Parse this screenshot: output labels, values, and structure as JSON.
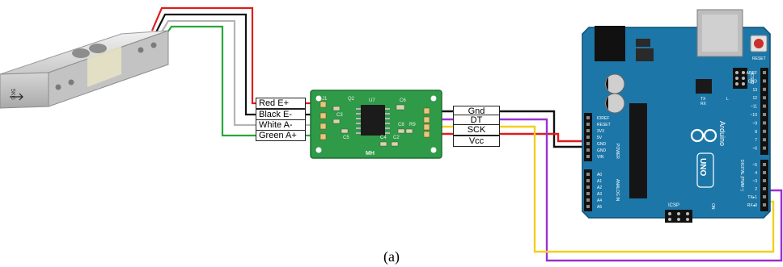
{
  "load_cell": {
    "stamp": "5KG"
  },
  "hx711": {
    "left_wires": [
      {
        "label": "Red E+",
        "color": "#e01b1b"
      },
      {
        "label": "Black E-",
        "color": "#111111"
      },
      {
        "label": "White A-",
        "color": "#b5b5b5"
      },
      {
        "label": "Green A+",
        "color": "#27a83a"
      }
    ],
    "right_wires": [
      {
        "label": "Gnd",
        "color": "#111111"
      },
      {
        "label": "DT",
        "color": "#9b30d0"
      },
      {
        "label": "SCK",
        "color": "#f2cf1f"
      },
      {
        "label": "Vcc",
        "color": "#e01b1b"
      }
    ],
    "chip_label": "U7",
    "component_labels": [
      "J1",
      "Q2",
      "C6",
      "C3",
      "R9",
      "C8",
      "C5",
      "C4",
      "C2"
    ],
    "maker_label": "MH"
  },
  "arduino": {
    "board_color": "#1c77a8",
    "brand": "Arduino",
    "model": "UNO",
    "reset_label": "RESET",
    "icsp_label": "ICSP",
    "icsp2_label": "ICSP2",
    "power_pins": [
      "IOREF",
      "RESET",
      "3V3",
      "5V",
      "GND",
      "GND",
      "VIN"
    ],
    "power_header": "POWER",
    "analog_pins": [
      "A0",
      "A1",
      "A2",
      "A3",
      "A4",
      "A5"
    ],
    "analog_header": "ANALOG IN",
    "digital_pins": [
      "AREF",
      "GND",
      "13",
      "12",
      "~11",
      "~10",
      "~9",
      "8",
      "7",
      "~6",
      "~5",
      "4",
      "~3",
      "2",
      "TX▸1",
      "RX◂0"
    ],
    "digital_header": "DIGITAL (PWM~)",
    "tx_label": "TX",
    "rx_label": "RX",
    "l_label": "L",
    "on_label": "ON"
  },
  "caption": "(a)"
}
